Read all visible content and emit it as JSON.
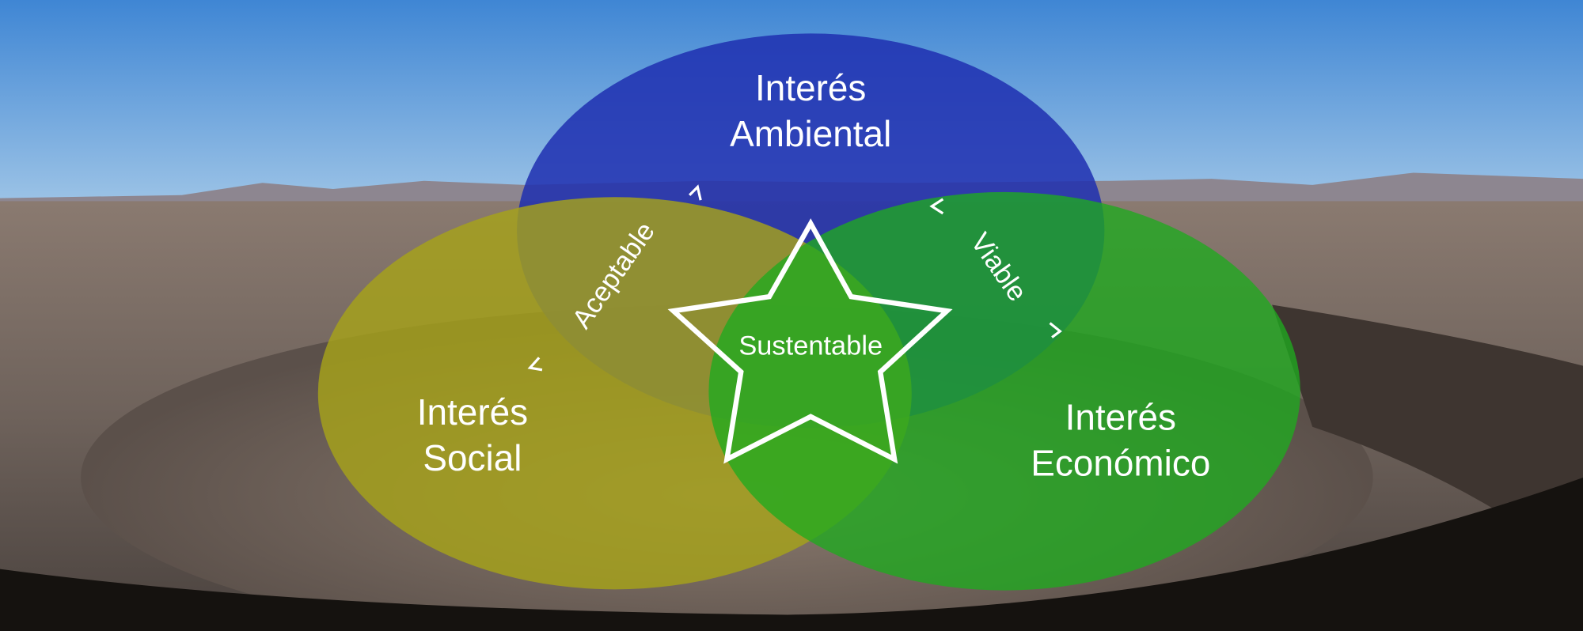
{
  "diagram": {
    "circles": [
      {
        "id": "ambiental",
        "line1": "Interés",
        "line2": "Ambiental",
        "color": "#1f2fb0"
      },
      {
        "id": "social",
        "line1": "Interés",
        "line2": "Social",
        "color": "#a6a21a"
      },
      {
        "id": "economico",
        "line1": "Interés",
        "line2": "Económico",
        "color": "#1faa1f"
      }
    ],
    "overlaps": {
      "ambiental_social": "Aceptable",
      "ambiental_economico": "Viable",
      "center": "Sustentable"
    }
  }
}
